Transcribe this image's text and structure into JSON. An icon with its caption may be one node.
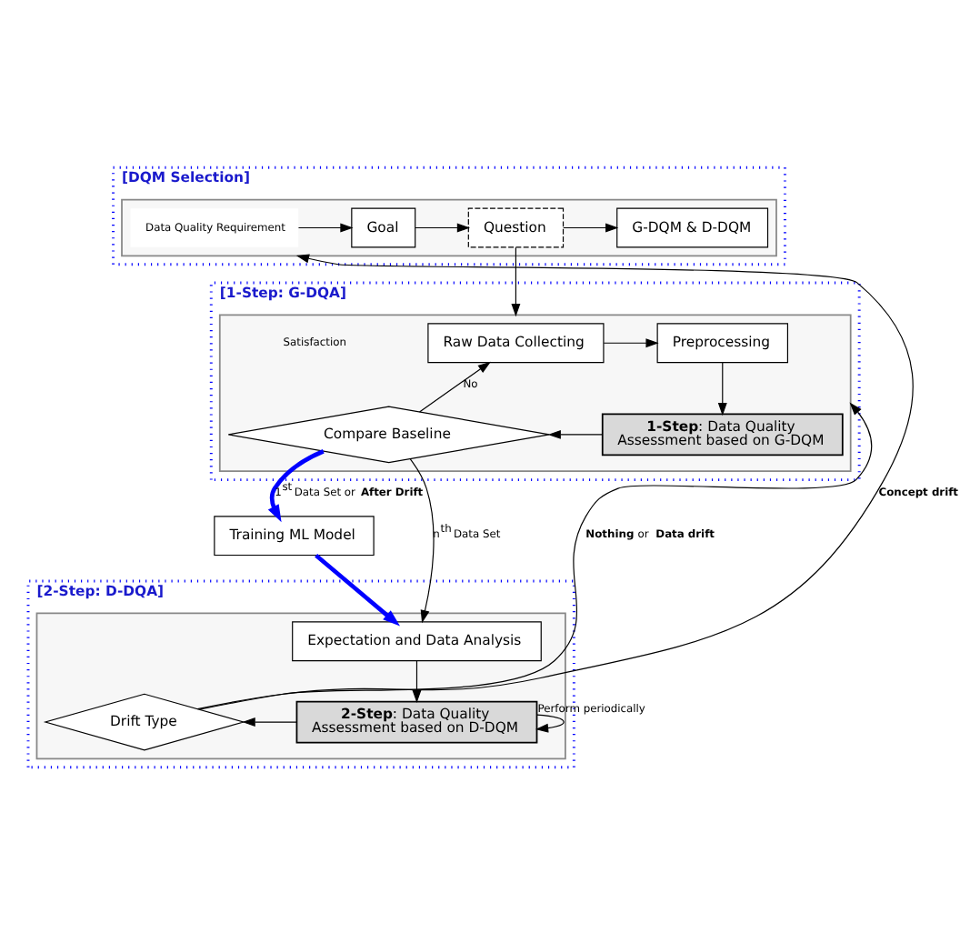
{
  "diagram": {
    "nodes": [
      {
        "text": [
          "[DQM Selection]"
        ]
      },
      {
        "text": [],
        "shape": "box",
        "in": 0
      },
      {
        "text": [
          "Data Quality Requirement"
        ],
        "in": 1
      },
      {
        "text": [
          "Goal"
        ],
        "in": 1
      },
      {
        "text": [
          "Question"
        ],
        "in": 1
      },
      {
        "text": [
          "G-DQM & D-DQM"
        ],
        "in": 1
      },
      {
        "text": [
          "[1-Step: G-DQA]"
        ]
      },
      {
        "text": [],
        "shape": "box",
        "in": 6
      },
      {
        "text": [
          "Raw Data Collecting"
        ],
        "in": 7
      },
      {
        "text": [
          "Preprocessing"
        ],
        "in": 7
      },
      {
        "text": [
          "**1-Step**: Data Quality Assessment based on G-DQM"
        ],
        "in": 7
      },
      {
        "text": [
          "Compare Baseline"
        ],
        "in": 7
      },
      {
        "text": [
          "Training ML Model"
        ]
      },
      {
        "text": [
          "[2-Step: D-DQA]"
        ]
      },
      {
        "text": [],
        "shape": "box",
        "in": 13
      },
      {
        "text": [
          "Expectation and Data Analysis"
        ],
        "in": 14
      },
      {
        "text": [
          "**2-Step**: Data Quality Assessment based on D-DQM"
        ],
        "in": 14
      },
      {
        "text": [
          "Drift Type"
        ],
        "in": 14
      }
    ],
    "edges": [
      {
        "from": 2,
        "to": 3,
        "arrow": "to"
      },
      {
        "from": 3,
        "to": 4,
        "arrow": "to"
      },
      {
        "from": 4,
        "to": 5,
        "arrow": "to"
      },
      {
        "from": 4,
        "to": 7,
        "arrow": "to"
      },
      {
        "from": 8,
        "to": 9,
        "arrow": "to"
      },
      {
        "from": 9,
        "to": 10,
        "arrow": "to"
      },
      {
        "from": 10,
        "to": 11,
        "arrow": "to"
      },
      {
        "from": 11,
        "to": 8,
        "arrow": "to",
        "label": "No"
      },
      {
        "from": 11,
        "to": 12,
        "arrow": "to",
        "label": "1$^{st}$ Data Set or **After Drift**",
        "style": "thick",
        "color": "#0000ff"
      },
      {
        "from": 11,
        "to": 15,
        "arrow": "to",
        "label": "n$^{th}$ Data Set"
      },
      {
        "from": 12,
        "to": 15,
        "arrow": "to",
        "style": "thick",
        "color": "#0000ff"
      },
      {
        "from": 15,
        "to": 16,
        "arrow": "to"
      },
      {
        "from": 16,
        "to": 16,
        "arrow": "to",
        "label": "Perform periodically"
      },
      {
        "from": 16,
        "to": 17,
        "arrow": "to"
      },
      {
        "from": 17,
        "to": 7,
        "arrow": "to",
        "label": "**Nothing** or **Data drift**"
      },
      {
        "from": 17,
        "to": 1,
        "arrow": "to",
        "label": "**Concept drift**"
      }
    ],
    "labels": [
      "Satisfaction"
    ]
  }
}
